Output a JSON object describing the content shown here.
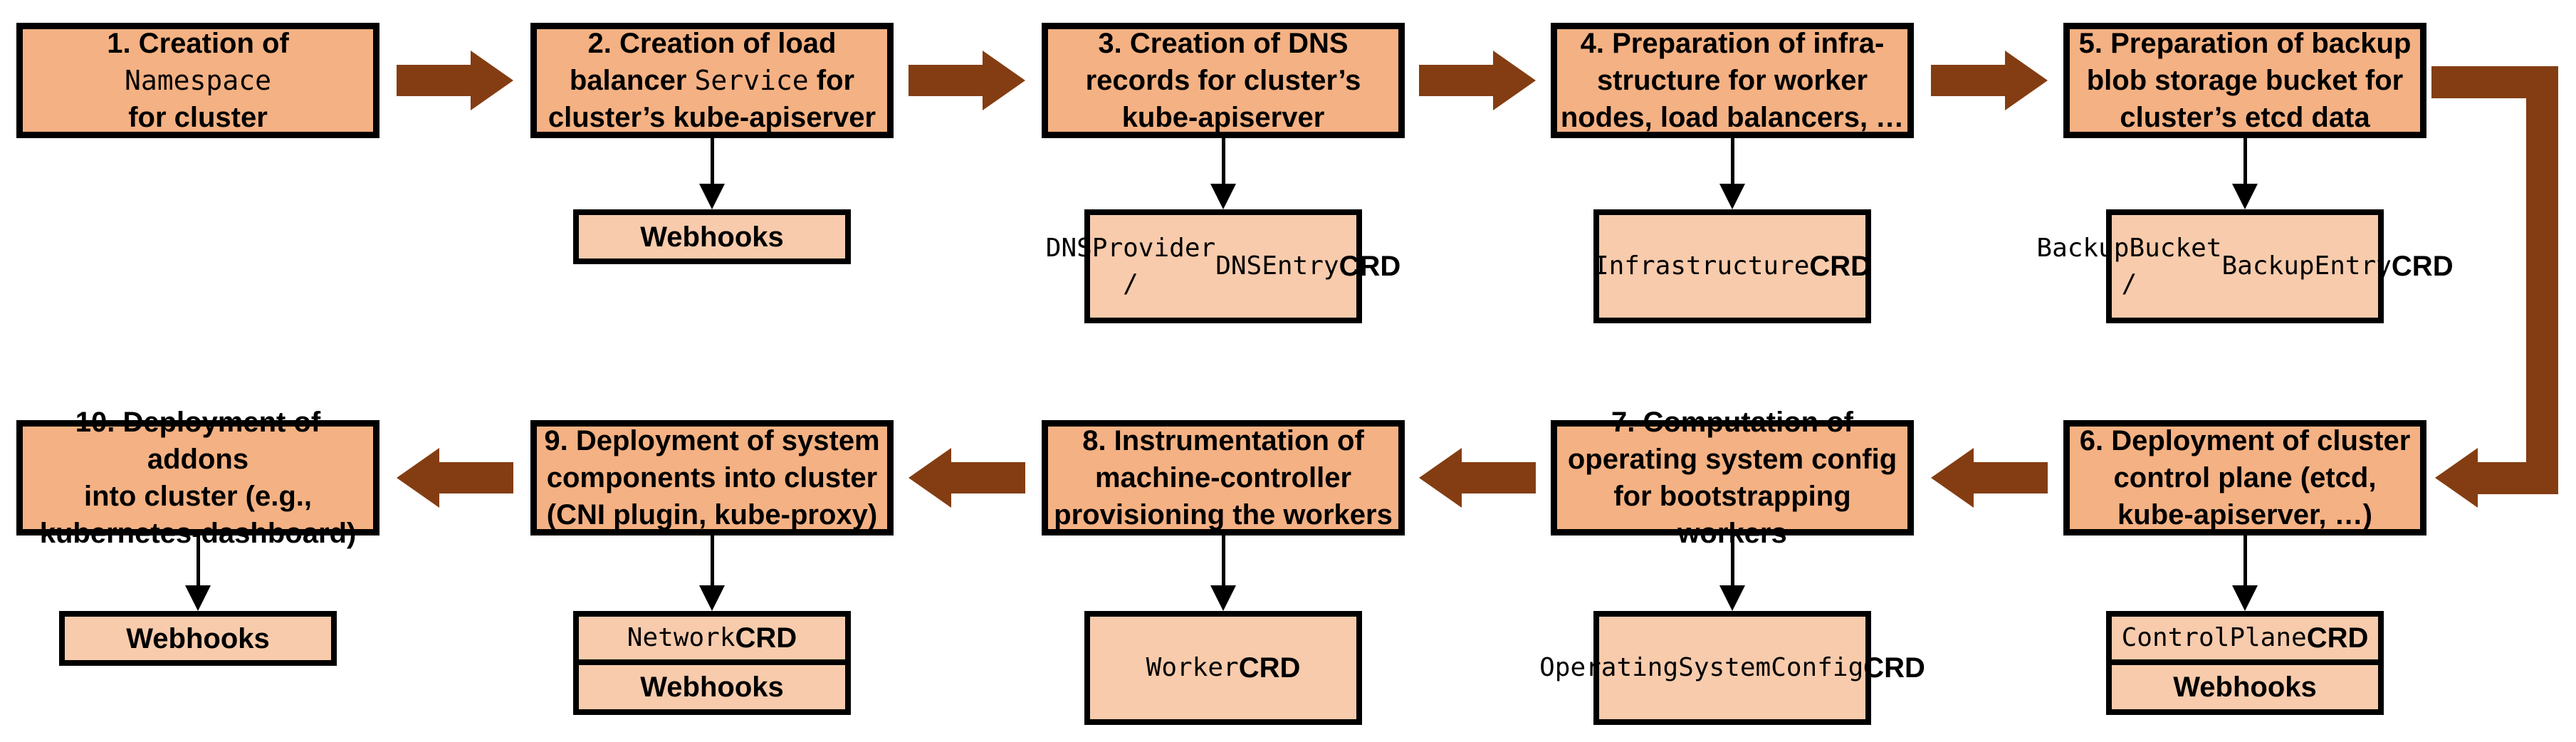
{
  "colors": {
    "box_fill": "#F4B183",
    "sub_fill": "#F7CBAC",
    "border": "#000000",
    "arrow": "#843D12",
    "background": "#FFFFFF"
  },
  "nodes": [
    {
      "step": "1",
      "title": [
        {
          "t": "1. Creation of"
        },
        {
          "br": true
        },
        {
          "t": "Namespace",
          "m": true
        },
        {
          "br": true
        },
        {
          "t": "for cluster"
        }
      ],
      "subs": []
    },
    {
      "step": "2",
      "title": [
        {
          "t": "2. Creation of load"
        },
        {
          "br": true
        },
        {
          "t": "balancer "
        },
        {
          "t": "Service",
          "m": true
        },
        {
          "t": " for"
        },
        {
          "br": true
        },
        {
          "t": "cluster’s kube-apiserver"
        }
      ],
      "subs": [
        {
          "segs": [
            {
              "t": "Webhooks"
            }
          ]
        }
      ]
    },
    {
      "step": "3",
      "title": [
        {
          "t": "3. Creation of DNS"
        },
        {
          "br": true
        },
        {
          "t": "records for cluster’s"
        },
        {
          "br": true
        },
        {
          "t": "kube-apiserver"
        }
      ],
      "subs": [
        {
          "segs": [
            {
              "t": "DNSProvider /",
              "m": true
            },
            {
              "br": true
            },
            {
              "t": "DNSEntry",
              "m": true
            },
            {
              "t": " CRD",
              "b": true
            }
          ]
        }
      ]
    },
    {
      "step": "4",
      "title": [
        {
          "t": "4. Preparation of infra-"
        },
        {
          "br": true
        },
        {
          "t": "structure for worker"
        },
        {
          "br": true
        },
        {
          "t": "nodes, load balancers, …"
        }
      ],
      "subs": [
        {
          "segs": [
            {
              "t": "Infrastructure",
              "m": true
            },
            {
              "br": true
            },
            {
              "t": "CRD",
              "b": true
            }
          ]
        }
      ]
    },
    {
      "step": "5",
      "title": [
        {
          "t": "5. Preparation of backup"
        },
        {
          "br": true
        },
        {
          "t": "blob storage bucket for"
        },
        {
          "br": true
        },
        {
          "t": "cluster’s etcd data"
        }
      ],
      "subs": [
        {
          "segs": [
            {
              "t": "BackupBucket /",
              "m": true
            },
            {
              "br": true
            },
            {
              "t": "BackupEntry",
              "m": true
            },
            {
              "t": " CRD",
              "b": true
            }
          ]
        }
      ]
    },
    {
      "step": "6",
      "title": [
        {
          "t": "6. Deployment of cluster"
        },
        {
          "br": true
        },
        {
          "t": "control plane (etcd,"
        },
        {
          "br": true
        },
        {
          "t": "kube-apiserver, …)"
        }
      ],
      "subs": [
        {
          "segs": [
            {
              "t": "ControlPlane",
              "m": true
            },
            {
              "t": " CRD",
              "b": true
            }
          ]
        },
        {
          "segs": [
            {
              "t": "Webhooks"
            }
          ]
        }
      ]
    },
    {
      "step": "7",
      "title": [
        {
          "t": "7. Computation of"
        },
        {
          "br": true
        },
        {
          "t": "operating system config"
        },
        {
          "br": true
        },
        {
          "t": "for bootstrapping workers"
        }
      ],
      "subs": [
        {
          "segs": [
            {
              "t": "OperatingSystem",
              "m": true
            },
            {
              "br": true
            },
            {
              "t": "Config",
              "m": true
            },
            {
              "t": " CRD",
              "b": true
            }
          ]
        }
      ]
    },
    {
      "step": "8",
      "title": [
        {
          "t": "8. Instrumentation of"
        },
        {
          "br": true
        },
        {
          "t": "machine-controller"
        },
        {
          "br": true
        },
        {
          "t": "provisioning the workers"
        }
      ],
      "subs": [
        {
          "segs": [
            {
              "t": "Worker",
              "m": true
            },
            {
              "br": true
            },
            {
              "t": "CRD",
              "b": true
            }
          ]
        }
      ]
    },
    {
      "step": "9",
      "title": [
        {
          "t": "9. Deployment of system"
        },
        {
          "br": true
        },
        {
          "t": "components into cluster"
        },
        {
          "br": true
        },
        {
          "t": "(CNI plugin, kube-proxy)"
        }
      ],
      "subs": [
        {
          "segs": [
            {
              "t": "Network",
              "m": true
            },
            {
              "t": " CRD",
              "b": true
            }
          ]
        },
        {
          "segs": [
            {
              "t": "Webhooks"
            }
          ]
        }
      ]
    },
    {
      "step": "10",
      "title": [
        {
          "t": "10. Deployment of addons"
        },
        {
          "br": true
        },
        {
          "t": "into cluster (e.g.,"
        },
        {
          "br": true
        },
        {
          "t": "kubernetes-dashboard)"
        }
      ],
      "subs": [
        {
          "segs": [
            {
              "t": "Webhooks"
            }
          ]
        }
      ]
    }
  ]
}
